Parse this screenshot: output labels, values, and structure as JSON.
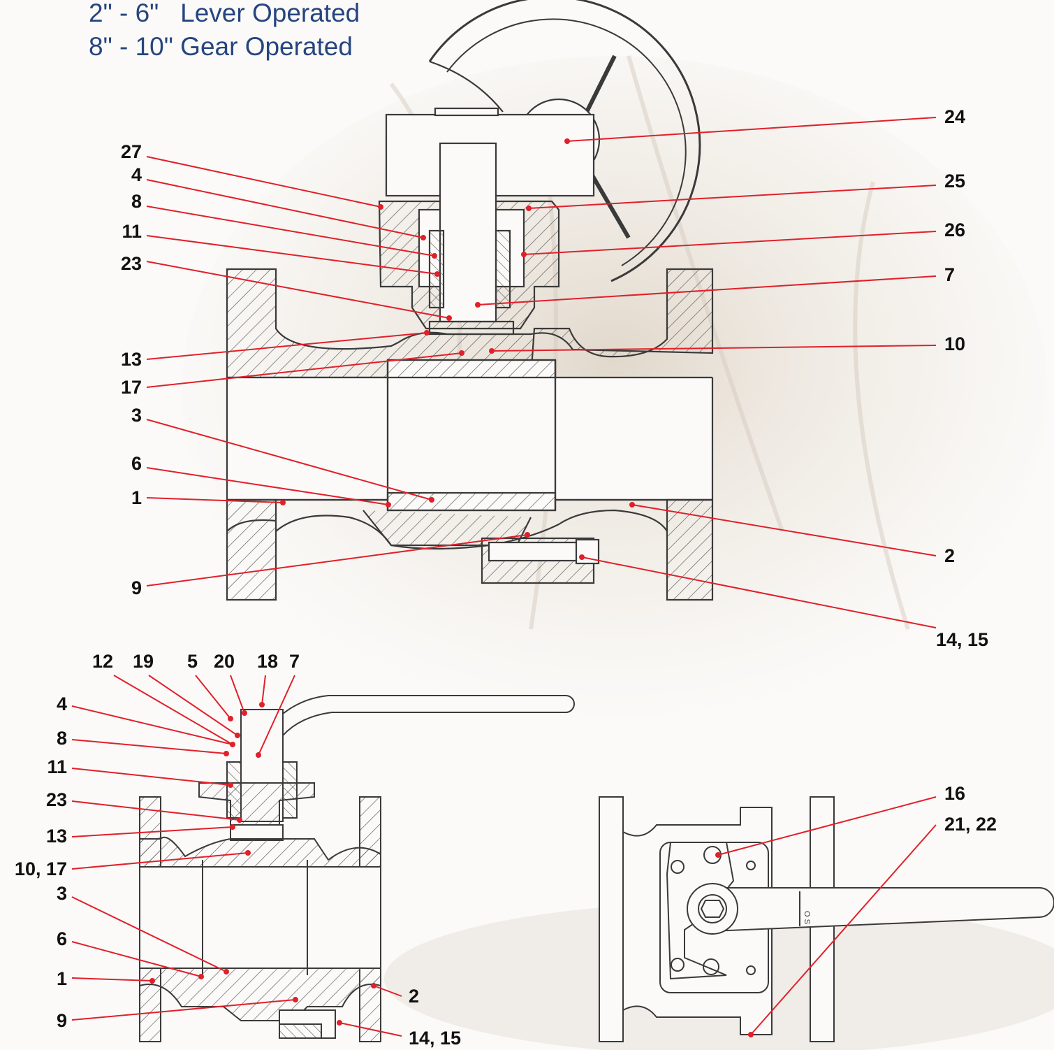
{
  "header": {
    "line1": "2\" - 6\"   Lever Operated",
    "line2": "8\" - 10\" Gear Operated"
  },
  "colors": {
    "title": "#26457f",
    "leader": "#e0202a",
    "drawing": "#3a3a3a",
    "background": "#fbfaf8"
  },
  "gear_view": {
    "labels_left": [
      "27",
      "4",
      "8",
      "11",
      "23",
      "13",
      "17",
      "3",
      "6",
      "1",
      "9"
    ],
    "labels_right": [
      "24",
      "25",
      "26",
      "7",
      "10",
      "2",
      "14, 15"
    ]
  },
  "lever_view": {
    "labels_top": [
      "12",
      "19",
      "5",
      "20",
      "18",
      "7"
    ],
    "labels_left": [
      "4",
      "8",
      "11",
      "23",
      "13",
      "10, 17",
      "3",
      "6",
      "1",
      "9"
    ],
    "labels_right": [
      "2",
      "14, 15"
    ]
  },
  "top_view": {
    "labels": [
      "16",
      "21, 22"
    ],
    "handle_mark": "O S"
  }
}
